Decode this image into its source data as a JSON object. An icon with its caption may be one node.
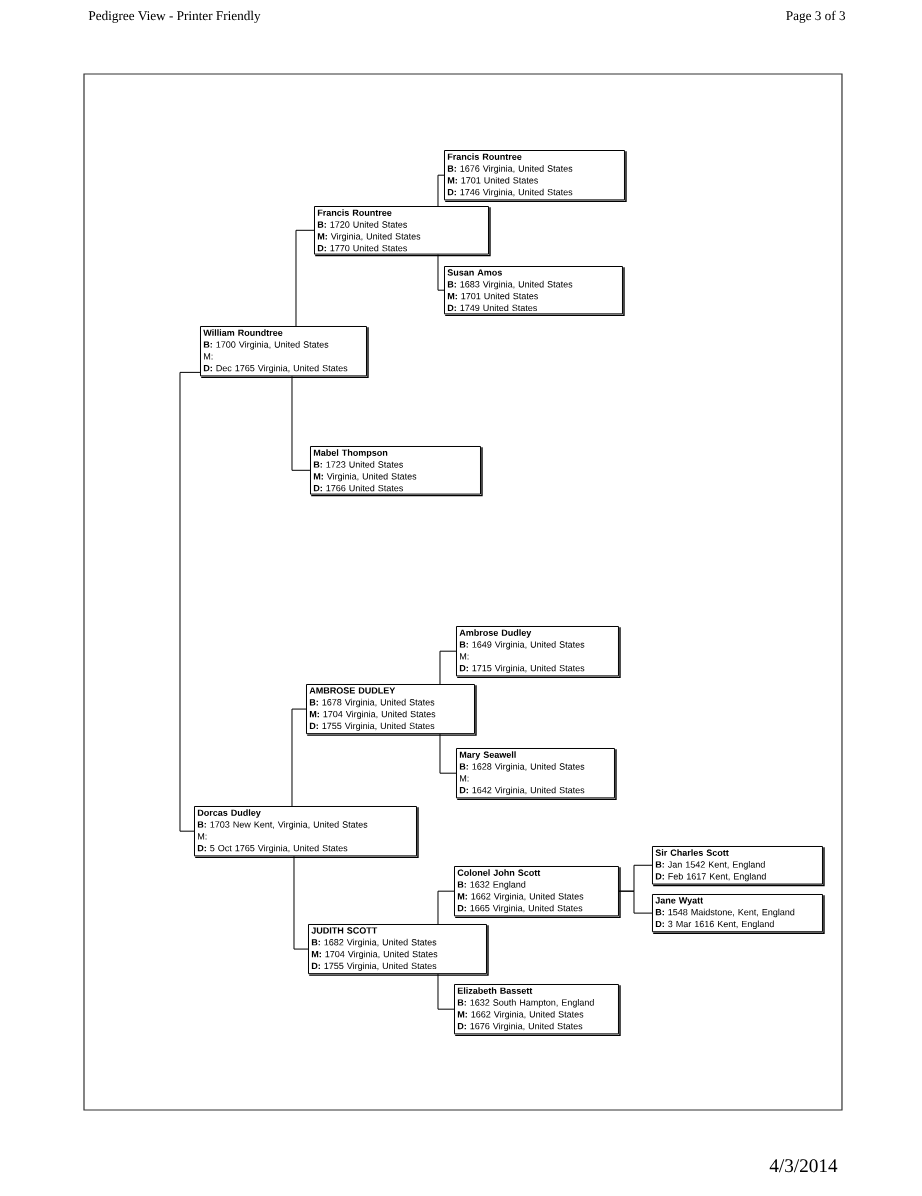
{
  "diagram": {
    "nodes": [
      {
        "text": [
          "Francis Rountree",
          "**B:** 1676 Virginia, United States",
          "**M:** 1701 United States",
          "**D:** 1746 Virginia, United States"
        ]
      },
      {
        "text": [
          "Francis Rountree",
          "**B:** 1720 United States",
          "**M:** Virginia, United States",
          "**D:** 1770 United States"
        ]
      },
      {
        "text": [
          "Susan Amos",
          "**B:** 1683 Virginia, United States",
          "**M:** 1701 United States",
          "**D:** 1749 United States"
        ]
      },
      {
        "text": [
          "William Roundtree",
          "**B:** 1700 Virginia, United States",
          "M:",
          "**D:** Dec 1765 Virginia, United States"
        ]
      },
      {
        "text": [
          "Mabel Thompson",
          "**B:** 1723 United States",
          "**M:** Virginia, United States",
          "**D:** 1766 United States"
        ]
      },
      {
        "text": [
          "Ambrose Dudley",
          "**B:** 1649 Virginia, United States",
          "M:",
          "**D:** 1715 Virginia, United States"
        ]
      },
      {
        "text": [
          "AMBROSE DUDLEY",
          "**B:** 1678 Virginia, United States",
          "**M:** 1704 Virginia, United States",
          "**D:** 1755 Virginia, United States"
        ]
      },
      {
        "text": [
          "Mary Seawell",
          "**B:** 1628 Virginia, United States",
          "M:",
          "**D:** 1642 Virginia, United States"
        ]
      },
      {
        "text": [
          "Dorcas Dudley",
          "**B:** 1703 New Kent, Virginia, United States",
          "M:",
          "**D:** 5 Oct 1765 Virginia, United States"
        ]
      },
      {
        "text": [
          "Sir Charles Scott",
          "**B:** Jan 1542 Kent, England",
          "**D:** Feb 1617 Kent, England"
        ]
      },
      {
        "text": [
          "Colonel John Scott",
          "**B:** 1632 England",
          "**M:** 1662 Virginia, United States",
          "**D:** 1665 Virginia, United States"
        ]
      },
      {
        "text": [
          "Jane Wyatt",
          "**B:** 1548 Maidstone, Kent, England",
          "**D:** 3 Mar 1616 Kent, England"
        ]
      },
      {
        "text": [
          "JUDITH SCOTT",
          "**B:** 1682 Virginia, United States",
          "**M:** 1704 Virginia, United States",
          "**D:** 1755 Virginia, United States"
        ]
      },
      {
        "text": [
          "Elizabeth Bassett",
          "**B:** 1632 South Hampton, England",
          "**M:** 1662 Virginia, United States",
          "**D:** 1676 Virginia, United States"
        ]
      }
    ],
    "edges": [
      {
        "from": 1,
        "to": 0,
        "arrow": "none"
      },
      {
        "from": 1,
        "to": 2,
        "arrow": "none"
      },
      {
        "from": 3,
        "to": 1,
        "arrow": "none"
      },
      {
        "from": 3,
        "to": 4,
        "arrow": "none"
      },
      {
        "from": 3,
        "to": 8,
        "arrow": "none"
      },
      {
        "from": 6,
        "to": 5,
        "arrow": "none"
      },
      {
        "from": 6,
        "to": 7,
        "arrow": "none"
      },
      {
        "from": 8,
        "to": 6,
        "arrow": "none"
      },
      {
        "from": 8,
        "to": 12,
        "arrow": "none"
      },
      {
        "from": 10,
        "to": 9,
        "arrow": "none"
      },
      {
        "from": 10,
        "to": 11,
        "arrow": "none"
      },
      {
        "from": 12,
        "to": 10,
        "arrow": "none"
      },
      {
        "from": 12,
        "to": 13,
        "arrow": "none"
      }
    ],
    "labels": [
      "Pedigree View - Printer Friendly",
      "Page 3 of 3",
      "4/3/2014"
    ]
  }
}
